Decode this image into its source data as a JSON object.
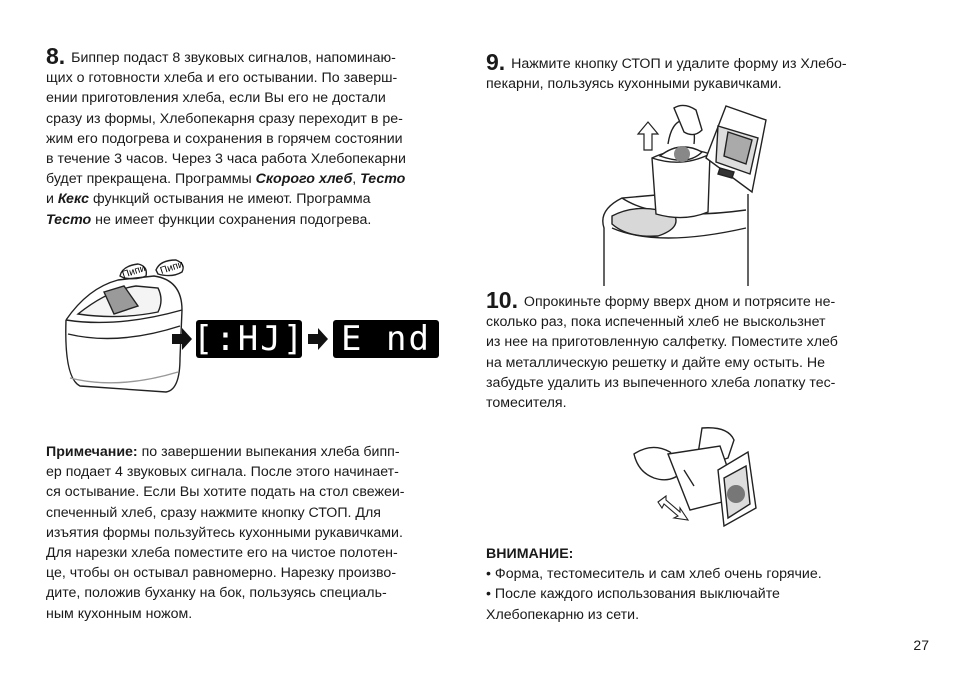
{
  "step8": {
    "num": "8.",
    "t1": " Биппер подаст 8 звуковых сигналов, напоминаю-",
    "t2": "щих о готовности хлеба и его остывании. По заверш-",
    "t3": "ении приготовления хлеба, если Вы его не достали",
    "t4": "сразу из формы, Хлебопекарня сразу переходит в ре-",
    "t5": "жим его подогрева и сохранения в горячем состоянии",
    "t6": "в течение 3 часов. Через 3 часа работа Хлебопекарни",
    "t7a": "будет прекращена. Программы ",
    "t7b": "Скорого хлеб",
    "t7c": ", ",
    "t7d": "Тесто",
    "t8a": "и ",
    "t8b": "Кекс",
    "t8c": " функций остывания не имеют. Программа",
    "t9a": "Тесто",
    "t9b": " не имеет функции сохранения подогрева."
  },
  "illustration": {
    "bubble1": "Пипи",
    "bubble2": "Пипи",
    "display1": "[:HJ]",
    "display2": "E nd"
  },
  "note": {
    "label": "Примечание:",
    "l1": " по завершении выпекания хлеба бипп-",
    "l2": "ер подает 4 звуковых сигнала. После этого начинает-",
    "l3": "ся остывание. Если Вы хотите подать на стол свежеи-",
    "l4": "спеченный хлеб, сразу нажмите кнопку СТОП. Для",
    "l5": "изъятия формы пользуйтесь кухонными рукавичками.",
    "l6": "Для нарезки хлеба поместите его на чистое полотен-",
    "l7": "це, чтобы он остывал равномерно. Нарезку произво-",
    "l8": "дите, положив буханку на бок, пользуясь специаль-",
    "l9": "ным кухонным ножом."
  },
  "step9": {
    "num": "9.",
    "l1": " Нажмите кнопку СТОП и удалите форму из Хлебо-",
    "l2": "пекарни, пользуясь кухонными рукавичками."
  },
  "step10": {
    "num": "10.",
    "l1": " Опрокиньте форму вверх дном и потрясите не-",
    "l2": "сколько раз, пока испеченный хлеб не выскользнет",
    "l3": "из нее на приготовленную салфетку. Поместите хлеб",
    "l4": "на металлическую решетку и дайте ему остыть. Не",
    "l5": "забудьте удалить из выпеченного хлеба лопатку тес-",
    "l6": "томесителя."
  },
  "warning": {
    "title": "ВНИМАНИЕ:",
    "items": [
      "• Форма, тестомеситель и сам хлеб очень горячие.",
      "• После каждого использования выключайте",
      "Хлебопекарню из сети."
    ]
  },
  "page_number": "27"
}
